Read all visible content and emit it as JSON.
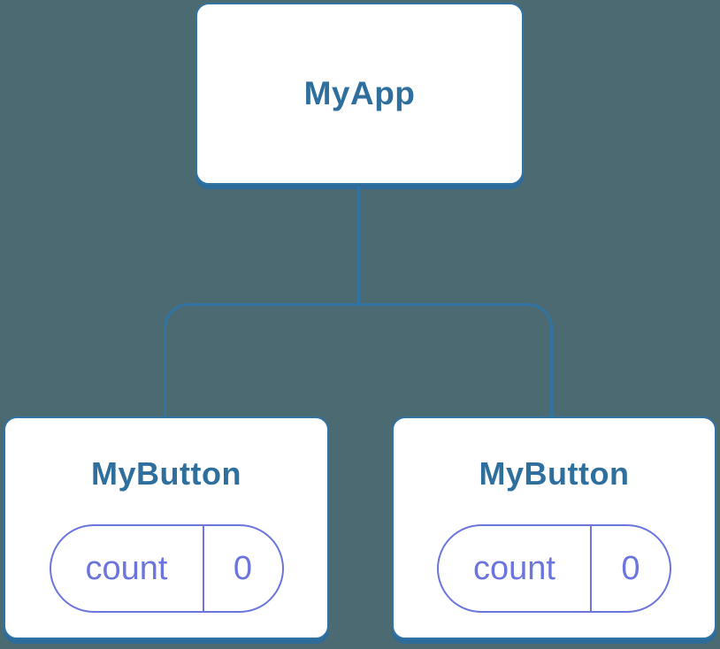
{
  "colors": {
    "background": "#4C6A72",
    "node_fill": "#FFFFFF",
    "node_border_blue": "#3173A3",
    "node_shadow_blue": "#2D6B9A",
    "node_text_blue": "#2E6F9E",
    "state_purple": "#6B75DC"
  },
  "tree": {
    "root": {
      "label": "MyApp"
    },
    "children": [
      {
        "label": "MyButton",
        "state": {
          "key": "count",
          "value": "0"
        }
      },
      {
        "label": "MyButton",
        "state": {
          "key": "count",
          "value": "0"
        }
      }
    ]
  }
}
